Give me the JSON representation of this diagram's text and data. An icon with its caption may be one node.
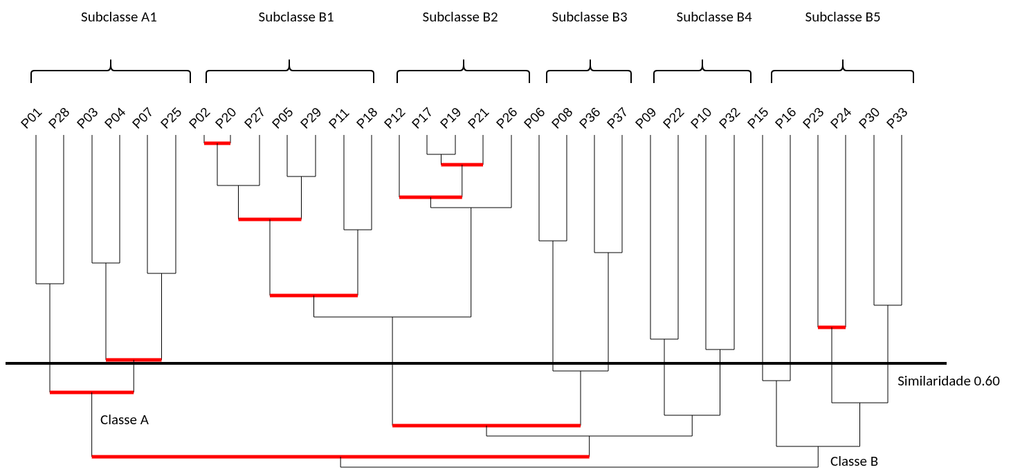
{
  "diagram": {
    "labels": [
      "Subclasse A1",
      "Subclasse B1",
      "Subclasse B2",
      "Subclasse B3",
      "Subclasse B4",
      "Subclasse B5",
      "P01",
      "P28",
      "P03",
      "P04",
      "P07",
      "P25",
      "P02",
      "P20",
      "P27",
      "P05",
      "P29",
      "P11",
      "P18",
      "P12",
      "P17",
      "P19",
      "P21",
      "P26",
      "P06",
      "P08",
      "P36",
      "P37",
      "P09",
      "P22",
      "P10",
      "P32",
      "P15",
      "P16",
      "P23",
      "P24",
      "P30",
      "P33",
      "Classe A",
      "Classe B",
      "Similaridade 0.60"
    ]
  }
}
